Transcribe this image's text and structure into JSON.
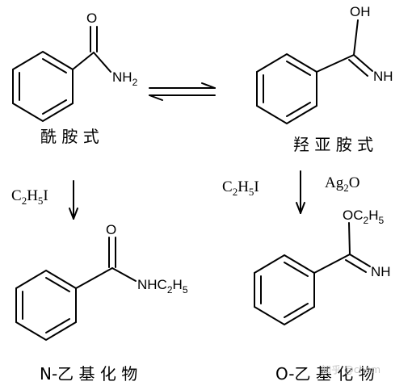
{
  "amide": {
    "o_label": "O",
    "n_label": "NH",
    "n_sub": "2",
    "name": "酰 胺 式"
  },
  "imidic": {
    "oh_label": "OH",
    "nh_label": "NH",
    "name": "羟 亚 胺 式"
  },
  "n_product": {
    "o_label": "O",
    "n_label": "NHC",
    "sub1": "2",
    "h": "H",
    "sub2": "5",
    "name": "N-乙 基 化 物"
  },
  "o_product": {
    "o_label": "OC",
    "sub1": "2",
    "h": "H",
    "sub2": "5",
    "nh_label": "NH",
    "name": "O-乙 基 化 物"
  },
  "reagents": {
    "left": {
      "c": "C",
      "s1": "2",
      "h": "H",
      "s2": "5",
      "i": "I"
    },
    "right_1": {
      "c": "C",
      "s1": "2",
      "h": "H",
      "s2": "5",
      "i": "I"
    },
    "right_2": {
      "ag": "Ag",
      "s": "2",
      "o": "O"
    }
  },
  "watermark": "知乎 @chem"
}
